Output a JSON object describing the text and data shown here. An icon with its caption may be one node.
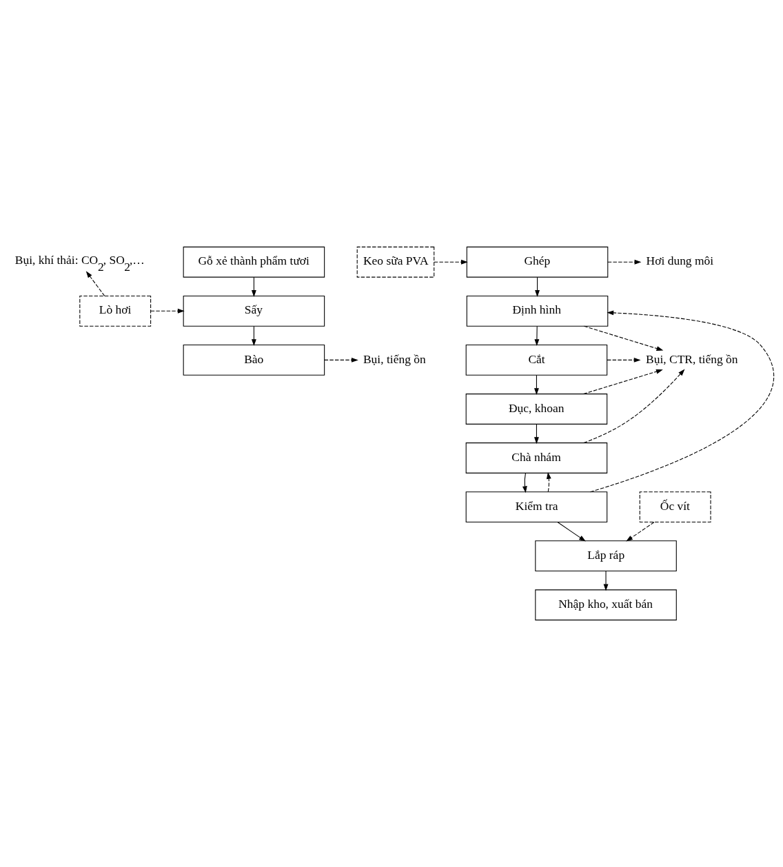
{
  "diagram": {
    "nodes": [
      {
        "text": [
          "Bụi, khí thải: CO$_{2}$, SO$_{2}$,…"
        ]
      },
      {
        "text": [
          "Gỗ xẻ thành phẩm tươi"
        ]
      },
      {
        "text": [
          "Lò hơi"
        ]
      },
      {
        "text": [
          "Sấy"
        ]
      },
      {
        "text": [
          "Bào"
        ]
      },
      {
        "text": [
          "Bụi, tiếng ồn"
        ]
      },
      {
        "text": [
          "Keo sữa PVA"
        ]
      },
      {
        "text": [
          "Ghép"
        ]
      },
      {
        "text": [
          "Hơi dung môi"
        ]
      },
      {
        "text": [
          "Định hình"
        ]
      },
      {
        "text": [
          "Cắt"
        ]
      },
      {
        "text": [
          "Bụi, CTR, tiếng ồn"
        ]
      },
      {
        "text": [
          "Đục, khoan"
        ]
      },
      {
        "text": [
          "Chà nhám"
        ]
      },
      {
        "text": [
          "Kiểm tra"
        ]
      },
      {
        "text": [
          "Ốc vít"
        ]
      },
      {
        "text": [
          "Lắp ráp"
        ]
      },
      {
        "text": [
          "Nhập kho, xuất bán"
        ]
      }
    ],
    "edges": [
      {
        "from": 2,
        "to": 0,
        "arrow": "to",
        "style": "dashed"
      },
      {
        "from": 1,
        "to": 3,
        "arrow": "to"
      },
      {
        "from": 2,
        "to": 3,
        "arrow": "to",
        "style": "dashed"
      },
      {
        "from": 3,
        "to": 4,
        "arrow": "to"
      },
      {
        "from": 4,
        "to": 5,
        "arrow": "to",
        "style": "dashed"
      },
      {
        "from": 6,
        "to": 7,
        "arrow": "to",
        "style": "dashed"
      },
      {
        "from": 7,
        "to": 8,
        "arrow": "to",
        "style": "dashed"
      },
      {
        "from": 7,
        "to": 9,
        "arrow": "to"
      },
      {
        "from": 9,
        "to": 10,
        "arrow": "to"
      },
      {
        "from": 10,
        "to": 12,
        "arrow": "to"
      },
      {
        "from": 12,
        "to": 13,
        "arrow": "to"
      },
      {
        "from": 13,
        "to": 14,
        "arrow": "to"
      },
      {
        "from": 9,
        "to": 11,
        "arrow": "to",
        "style": "dashed"
      },
      {
        "from": 10,
        "to": 11,
        "arrow": "to",
        "style": "dashed"
      },
      {
        "from": 12,
        "to": 11,
        "arrow": "to",
        "style": "dashed"
      },
      {
        "from": 13,
        "to": 11,
        "arrow": "to",
        "style": "dashed"
      },
      {
        "from": 14,
        "to": 9,
        "arrow": "to",
        "style": "dashed"
      },
      {
        "from": 14,
        "to": 13,
        "arrow": "to",
        "style": "dashed"
      },
      {
        "from": 15,
        "to": 16,
        "arrow": "to",
        "style": "dashed"
      },
      {
        "from": 14,
        "to": 16,
        "arrow": "to"
      },
      {
        "from": 16,
        "to": 17,
        "arrow": "to"
      }
    ]
  }
}
